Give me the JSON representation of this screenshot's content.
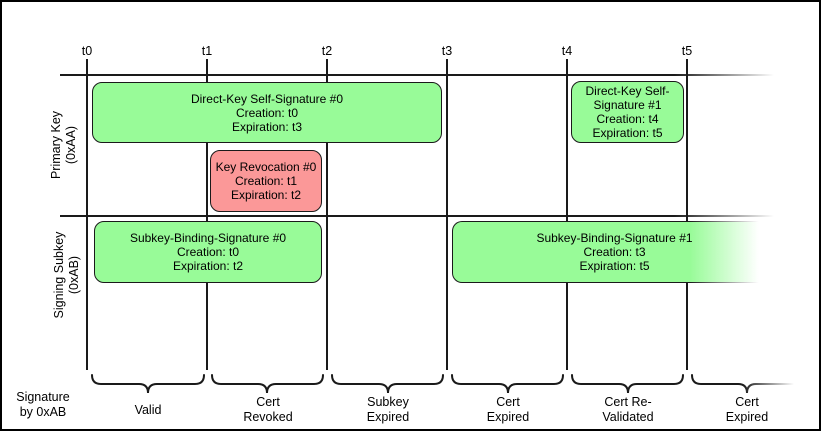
{
  "diagram": {
    "time_ticks": [
      "t0",
      "t1",
      "t2",
      "t3",
      "t4",
      "t5"
    ],
    "row_labels": [
      {
        "line1": "Primary Key",
        "line2": "(0xAA)"
      },
      {
        "line1": "Signing Subkey",
        "line2": "(0xAB)"
      }
    ],
    "signature_boxes": [
      {
        "title": "Direct-Key Self-Signature #0",
        "creation": "Creation: t0",
        "expiration": "Expiration: t3",
        "status": "valid"
      },
      {
        "title": "Key Revocation #0",
        "creation": "Creation: t1",
        "expiration": "Expiration: t2",
        "status": "revoked"
      },
      {
        "title": "Direct-Key Self-Signature #1",
        "creation": "Creation: t4",
        "expiration": "Expiration: t5",
        "status": "valid"
      },
      {
        "title": "Subkey-Binding-Signature #0",
        "creation": "Creation: t0",
        "expiration": "Expiration: t2",
        "status": "valid"
      },
      {
        "title": "Subkey-Binding-Signature #1",
        "creation": "Creation: t3",
        "expiration": "Expiration: t5",
        "status": "valid"
      }
    ],
    "bottom_axis": {
      "label_line1": "Signature",
      "label_line2": "by 0xAB",
      "periods": [
        {
          "line1": "Valid",
          "line2": ""
        },
        {
          "line1": "Cert",
          "line2": "Revoked"
        },
        {
          "line1": "Subkey",
          "line2": "Expired"
        },
        {
          "line1": "Cert",
          "line2": "Expired"
        },
        {
          "line1": "Cert Re-",
          "line2": "Validated"
        },
        {
          "line1": "Cert",
          "line2": "Expired"
        }
      ]
    },
    "colors": {
      "valid_green": "#98FB98",
      "revoked_red": "#FB9898",
      "line": "#1A1A1A"
    }
  }
}
